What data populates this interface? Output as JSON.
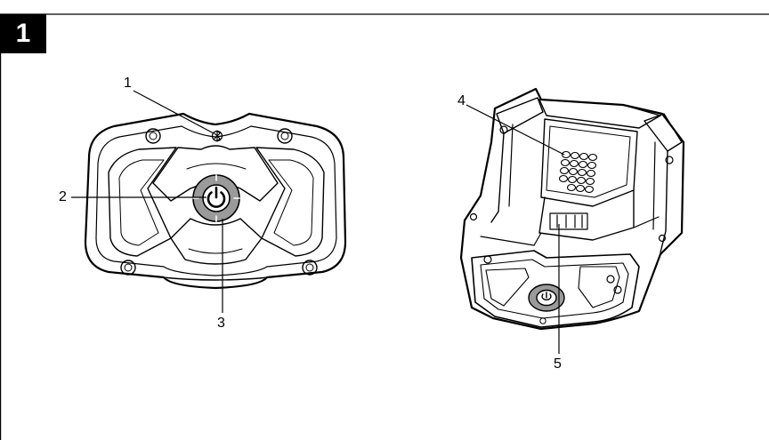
{
  "figure": {
    "number": "1"
  },
  "callouts": {
    "c1": "1",
    "c2": "2",
    "c3": "3",
    "c4": "4",
    "c5": "5"
  },
  "icons": {
    "bluetooth": "bluetooth-icon",
    "power": "power-icon"
  },
  "colors": {
    "line": "#000000",
    "button_ring": "#9a9a9a",
    "badge_bg": "#000000",
    "badge_text": "#ffffff"
  }
}
